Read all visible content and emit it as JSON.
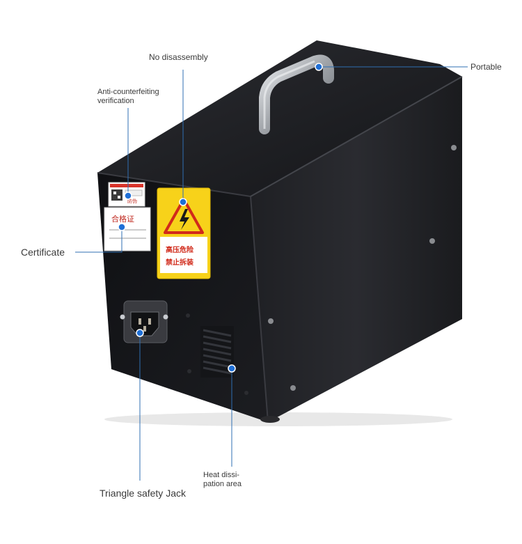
{
  "callouts": {
    "no_disassembly": "No disassembly",
    "portable": "Portable",
    "anti_counterfeiting": [
      "Anti-counterfeiting",
      "verification"
    ],
    "certificate": "Certificate",
    "triangle_safety_jack": "Triangle safety Jack",
    "heat_dissipation": [
      "Heat dissi-",
      "pation area"
    ]
  },
  "labels": {
    "warning_sticker": [
      "高压危险",
      "禁止拆装"
    ],
    "certificate_sticker": "合格证",
    "anti_counterfeit_sticker_text": "防伪"
  },
  "colors": {
    "leader_line": "#2f6fb3",
    "marker_dot": "#1f6fd6",
    "device_body": "#1b1c1f",
    "warning_yellow": "#f7d21a",
    "warning_red": "#d12a1a"
  }
}
